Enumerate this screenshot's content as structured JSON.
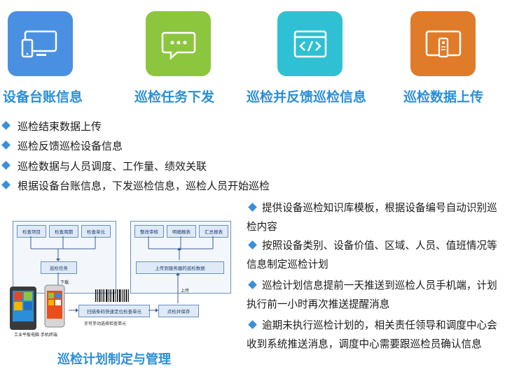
{
  "tiles": [
    {
      "caption": "设备台账信息",
      "icon": "devices-icon",
      "color": "#4a90e2"
    },
    {
      "caption": "巡检任务下发",
      "icon": "chat-icon",
      "color": "#8cc63f"
    },
    {
      "caption": "巡检并反馈巡检信息",
      "icon": "code-window-icon",
      "color": "#2fc1d3"
    },
    {
      "caption": "巡检数据上传",
      "icon": "tablet-remote-icon",
      "color": "#e07b2a"
    }
  ],
  "bullets": [
    "巡检结束数据上传",
    "巡检反馈巡检设备信息",
    "巡检数据与人员调度、工作量、绩效关联",
    "根据设备台账信息，下发巡检信息，巡检人员开始巡检"
  ],
  "right_text": [
    "提供设备巡检知识库模板，根据设备编号自动识别巡检内容",
    "按照设备类别、设备价值、区域、人员、值班情况等信息制定巡检计划",
    "巡检计划信息提前一天推送到巡检人员手机端，计划执行前一小时再次推送提醒消息",
    "逾期未执行巡检计划的，相关责任领导和调度中心会收到系统推送消息，调度中心需要跟巡检员确认信息"
  ],
  "flow": {
    "top_left": [
      "检查项目",
      "检查周期",
      "检查单元"
    ],
    "top_right": [
      "整改审核",
      "明细报表",
      "汇总报表"
    ],
    "task": "巡检任务",
    "upload_box": "上传到服务器的巡检数据",
    "scan_box": "扫描条码快速定位检查单元",
    "save_box": "点检并保存",
    "download_label": "下载",
    "upload_label": "上传",
    "manual_label": "亦可手动选择检查单元",
    "device_label": "工业平板电脑   手机终端"
  },
  "diagram_caption": "巡检计划制定与管理"
}
